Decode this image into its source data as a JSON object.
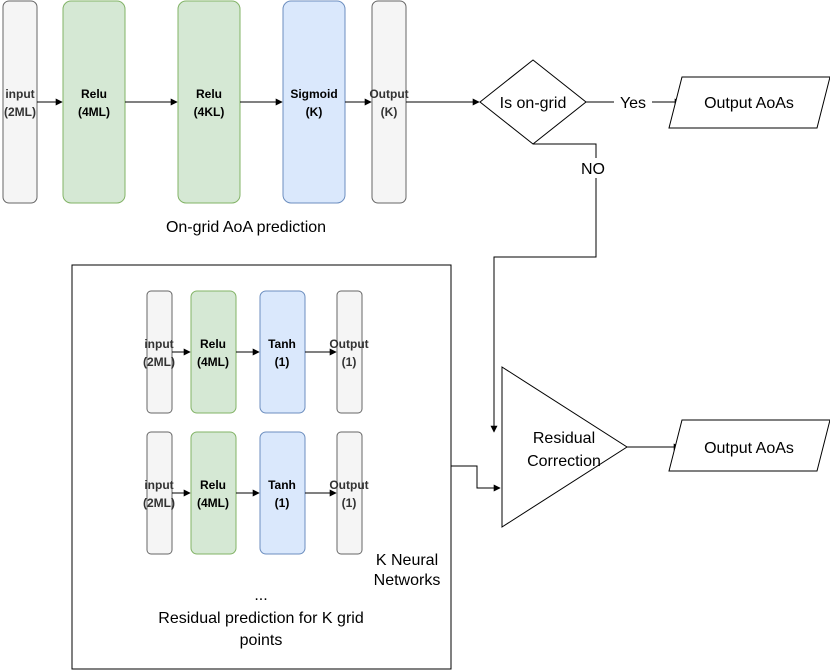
{
  "top_pipeline": {
    "input": [
      "input",
      "(2ML)"
    ],
    "relu1": [
      "Relu",
      "(4ML)"
    ],
    "relu2": [
      "Relu",
      "(4KL)"
    ],
    "sigmoid": [
      "Sigmoid",
      "(K)"
    ],
    "output": [
      "Output",
      "(K)"
    ],
    "caption": "On-grid AoA prediction"
  },
  "decision": {
    "label": "Is on-grid",
    "yes": "Yes",
    "no": "NO"
  },
  "output_top": "Output AoAs",
  "residual_box": {
    "net1": {
      "input": [
        "input",
        "(2ML)"
      ],
      "relu": [
        "Relu",
        "(4ML)"
      ],
      "tanh": [
        "Tanh",
        "(1)"
      ],
      "output": [
        "Output",
        "(1)"
      ]
    },
    "net2": {
      "input": [
        "input",
        "(2ML)"
      ],
      "relu": [
        "Relu",
        "(4ML)"
      ],
      "tanh": [
        "Tanh",
        "(1)"
      ],
      "output": [
        "Output",
        "(1)"
      ]
    },
    "k_label": [
      "K Neural",
      "Networks"
    ],
    "ellipsis": "...",
    "caption": [
      "Residual prediction for K grid",
      "points"
    ]
  },
  "residual_correction": [
    "Residual",
    "Correction"
  ],
  "output_bottom": "Output AoAs",
  "colors": {
    "gray_fill": "#f5f5f5",
    "gray_stroke": "#666666",
    "green_fill": "#d5e8d4",
    "green_stroke": "#82b366",
    "blue_fill": "#dae8fc",
    "blue_stroke": "#6c8ebf",
    "label_gray": "#333333"
  }
}
